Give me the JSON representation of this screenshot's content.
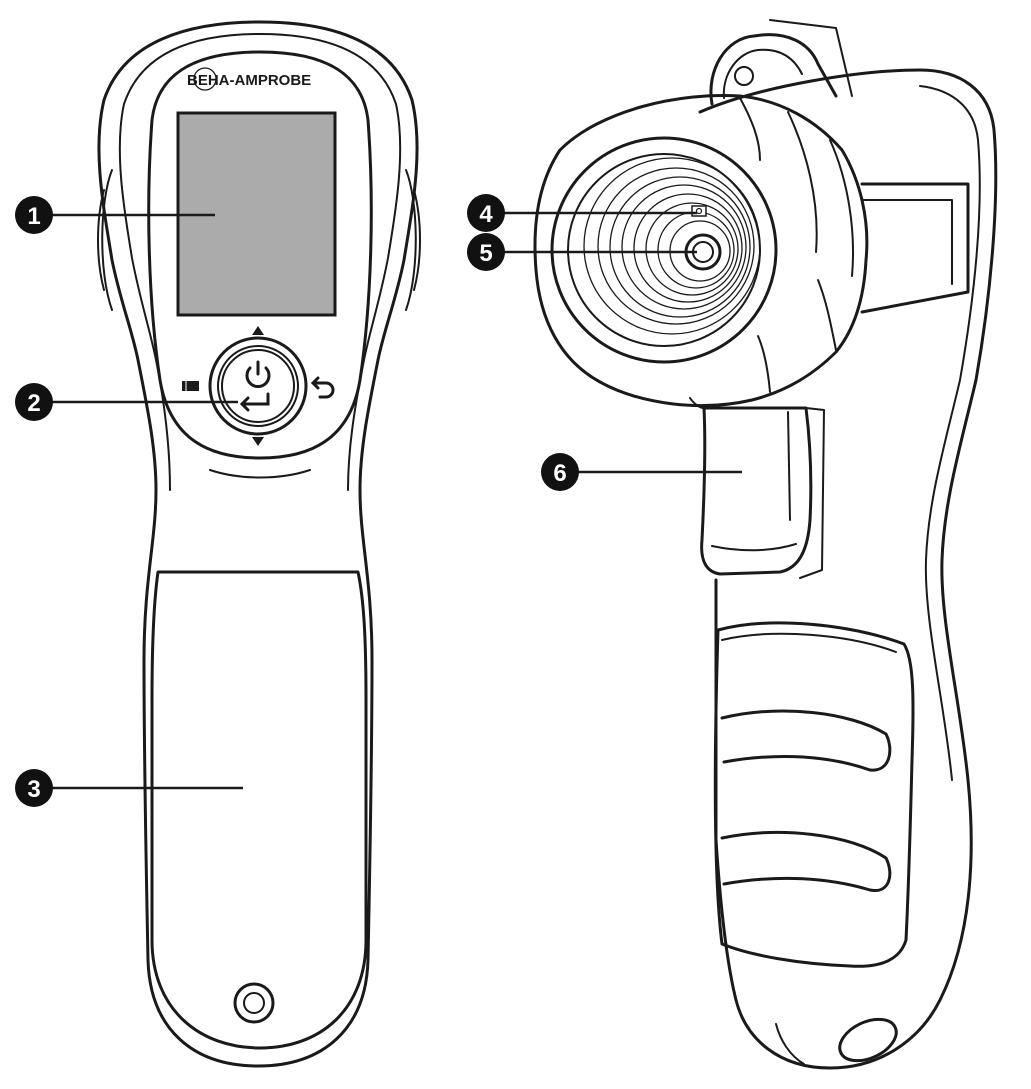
{
  "brand": {
    "logo_text": "BEHA-AMPROBE"
  },
  "callouts": [
    {
      "id": "1",
      "label": "1"
    },
    {
      "id": "2",
      "label": "2"
    },
    {
      "id": "3",
      "label": "3"
    },
    {
      "id": "4",
      "label": "4"
    },
    {
      "id": "5",
      "label": "5"
    },
    {
      "id": "6",
      "label": "6"
    }
  ],
  "icons": {
    "power": "power-icon",
    "enter": "enter-icon",
    "up": "triangle-up-icon",
    "down": "triangle-down-icon",
    "menu": "menu-icon",
    "back": "back-arrow-icon"
  },
  "colors": {
    "line": "#1a1a1a",
    "callout_fill": "#111111",
    "screen": "#ababab",
    "background": "#ffffff"
  }
}
